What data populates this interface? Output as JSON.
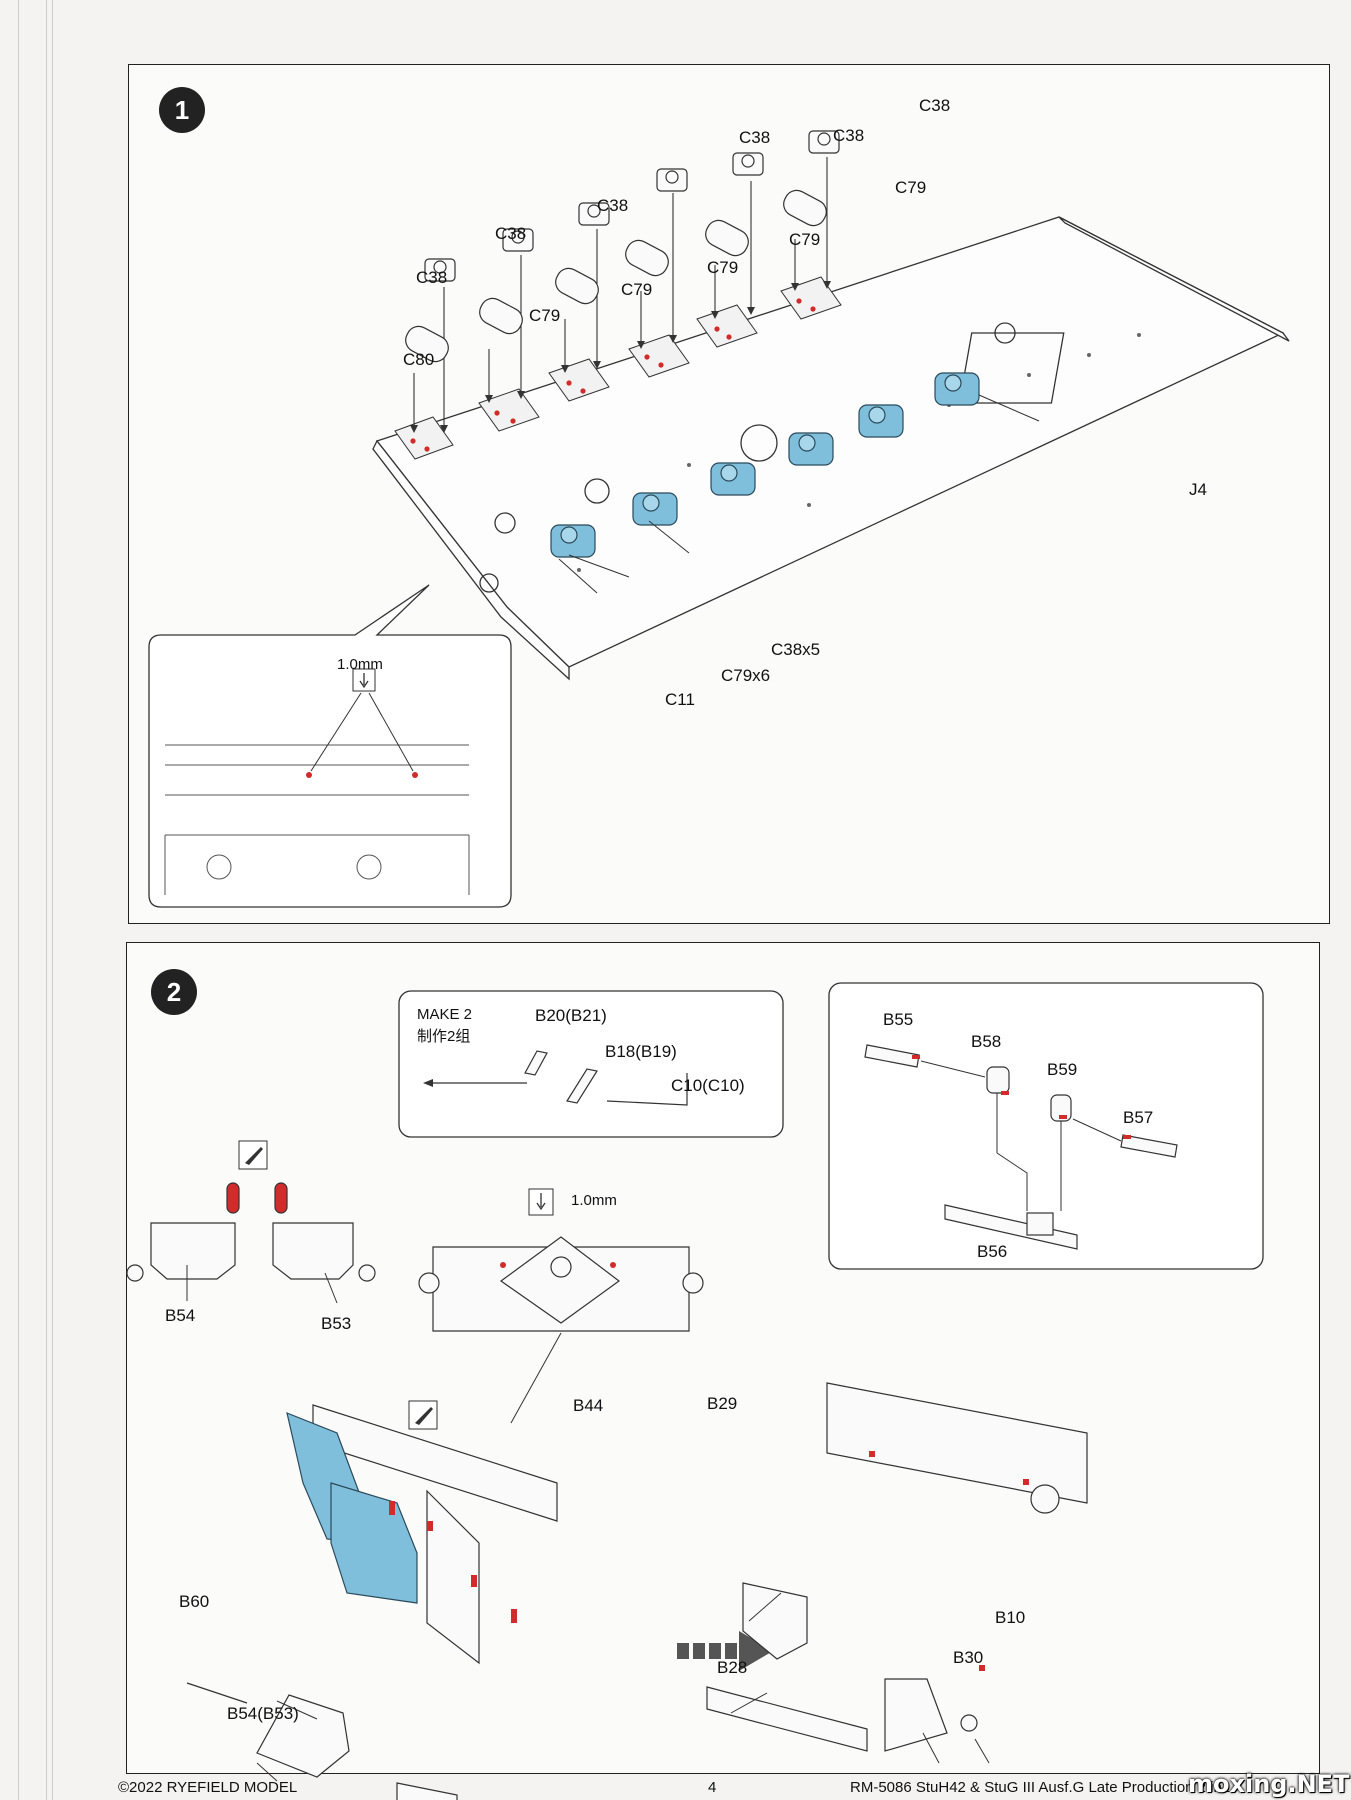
{
  "step1": {
    "number": "1",
    "detail_thickness": "1.0mm",
    "labels": {
      "c38": "C38",
      "c79": "C79",
      "c80": "C80",
      "j4": "J4",
      "c38x5": "C38x5",
      "c79x6": "C79x6",
      "c11": "C11"
    }
  },
  "step2": {
    "number": "2",
    "make_note": {
      "title": "MAKE 2",
      "title_cn": "制作2组",
      "b20": "B20(B21)",
      "b18": "B18(B19)",
      "c10": "C10(C10)"
    },
    "bracket_detail": {
      "b55": "B55",
      "b58": "B58",
      "b59": "B59",
      "b57": "B57",
      "b56": "B56"
    },
    "thickness": "1.0mm",
    "labels": {
      "b54": "B54",
      "b53": "B53",
      "b44": "B44",
      "b60": "B60",
      "b54b53": "B54(B53)",
      "b29": "B29",
      "b28": "B28",
      "b30": "B30",
      "b10": "B10"
    }
  },
  "footer": {
    "copyright": "©2022 RYEFIELD MODEL",
    "page_number": "4",
    "product": "RM-5086 StuH42 & StuG III Ausf.G Late Production 2 in1"
  },
  "watermark": "moxing.NET",
  "colors": {
    "part_highlight": "#7fbfdc",
    "glue_marker": "#d22b2b",
    "frame": "#222222"
  }
}
